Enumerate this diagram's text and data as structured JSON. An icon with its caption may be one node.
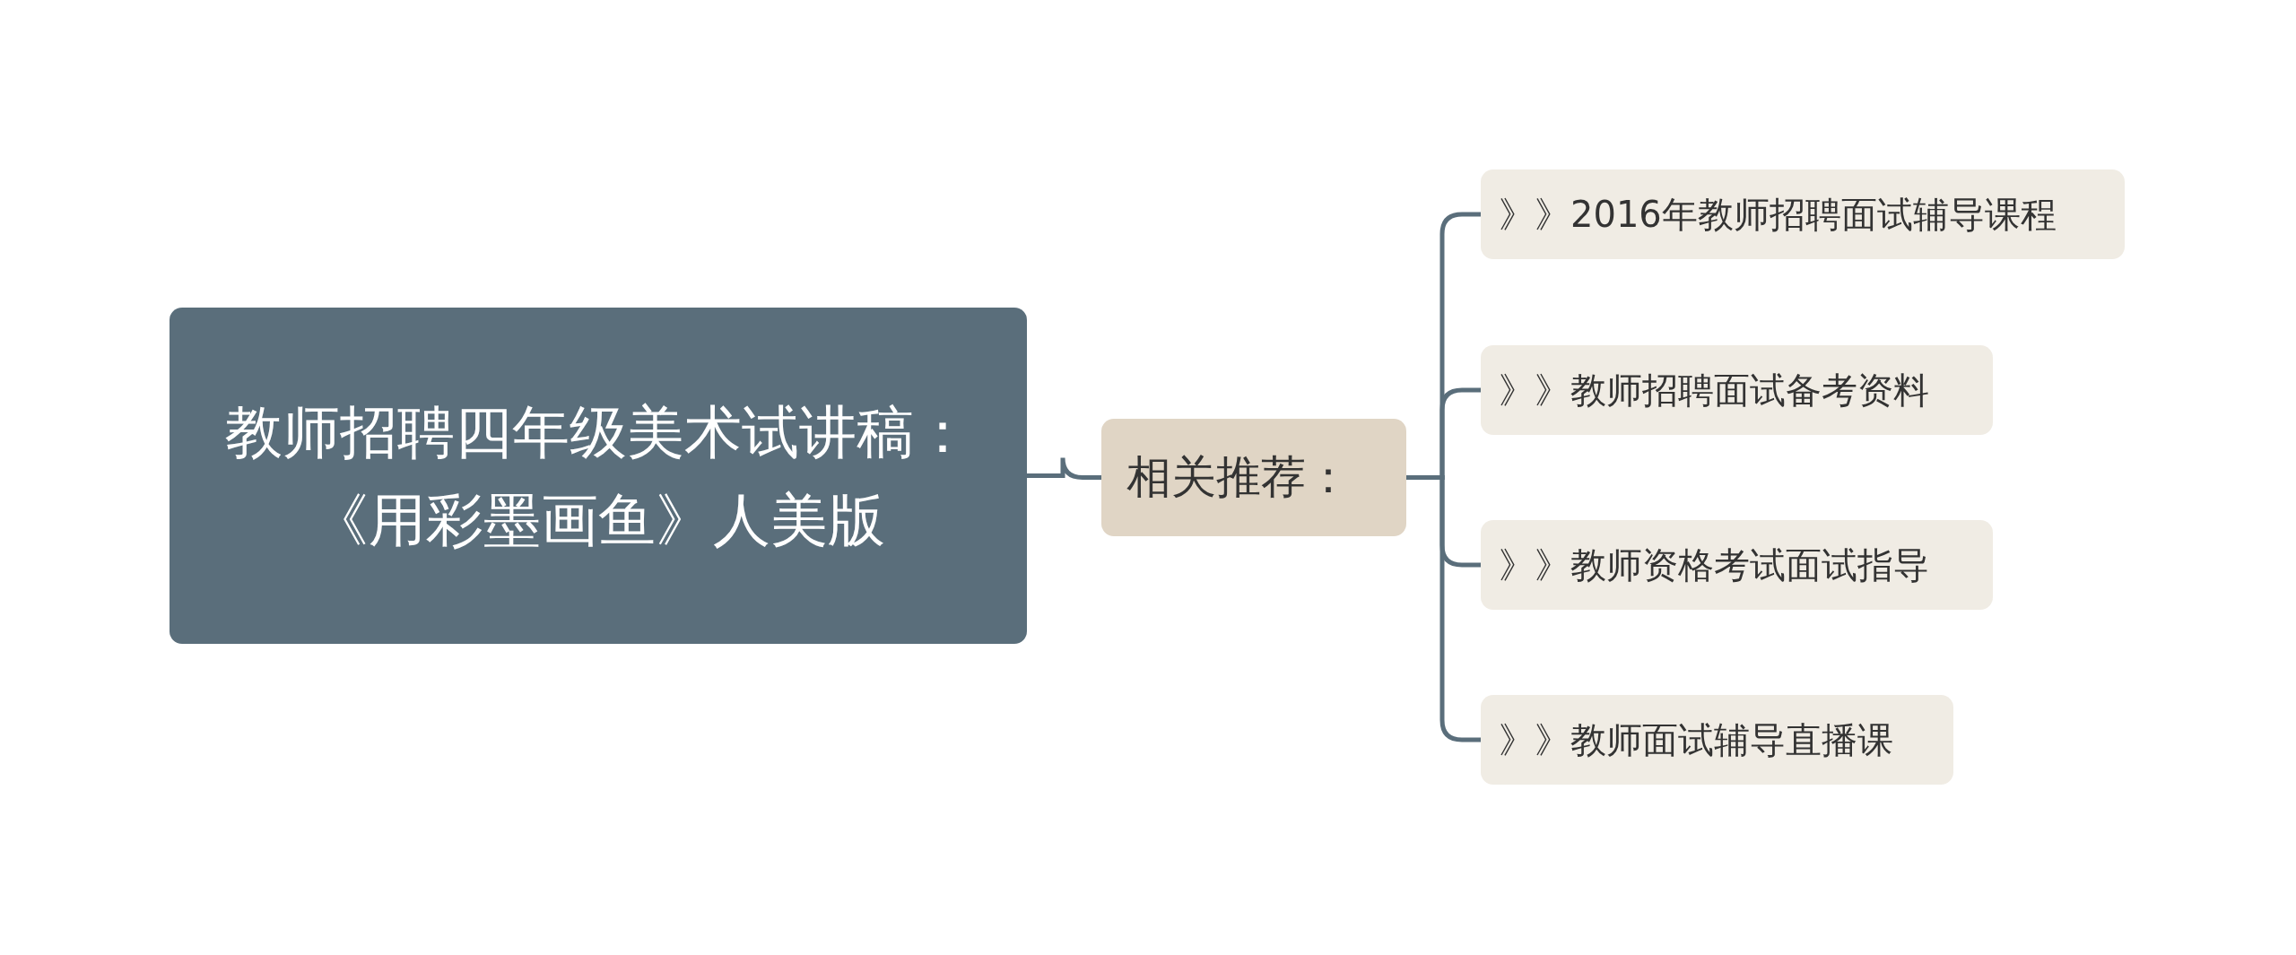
{
  "diagram": {
    "nodes": [
      {
        "text": [
          "教师招聘四年级美术试讲稿：《用彩墨画鱼》人美版"
        ]
      },
      {
        "text": [
          "相关推荐："
        ]
      },
      {
        "text": [
          "》》2016年教师招聘面试辅导课程"
        ]
      },
      {
        "text": [
          "》》教师招聘面试备考资料"
        ]
      },
      {
        "text": [
          "》》教师资格考试面试指导"
        ]
      },
      {
        "text": [
          "》》教师面试辅导直播课"
        ]
      }
    ],
    "edges": [
      {
        "from": 0,
        "to": 1,
        "arrow": "none"
      },
      {
        "from": 1,
        "to": 2,
        "arrow": "none"
      },
      {
        "from": 1,
        "to": 3,
        "arrow": "none"
      },
      {
        "from": 1,
        "to": 4,
        "arrow": "none"
      },
      {
        "from": 1,
        "to": 5,
        "arrow": "none"
      }
    ]
  }
}
